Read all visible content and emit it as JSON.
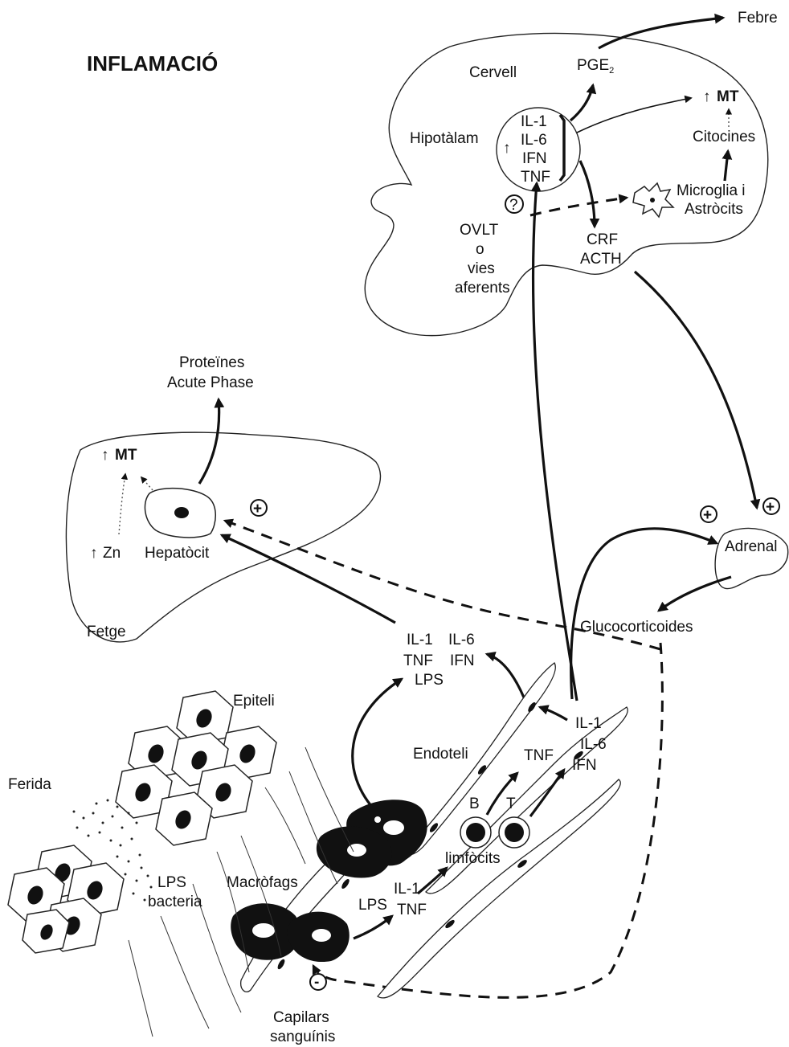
{
  "title": "INFLAMACIÓ",
  "brain": {
    "name": "Cervell",
    "hypothalamus": "Hipotàlam",
    "cytokines": [
      "IL-1",
      "IL-6",
      "IFN",
      "TNF"
    ],
    "up_arrow": "↑",
    "pge2": "PGE",
    "pge2_sub": "2",
    "mt": "MT",
    "citocines": "Citocines",
    "microglia_1": "Microglia i",
    "microglia_2": "Astròcits",
    "question": "?",
    "ovlt": [
      "OVLT",
      "o",
      "vies",
      "aferents"
    ],
    "crf": "CRF",
    "acth": "ACTH"
  },
  "fever": "Febre",
  "liver": {
    "name": "Fetge",
    "acute_1": "Proteïnes",
    "acute_2": "Acute Phase",
    "mt": "MT",
    "zn": "Zn",
    "hepatocyte": "Hepatòcit"
  },
  "adrenal": "Adrenal",
  "glucocorticoids": "Glucocorticoides",
  "plus": "+",
  "minus": "-",
  "mediators_left": [
    "IL-1",
    "TNF"
  ],
  "mediators_right": [
    "IL-6",
    "IFN"
  ],
  "mediators_lps": "LPS",
  "epiteli": "Epiteli",
  "ferida": "Ferida",
  "endoteli": "Endoteli",
  "lps_bacteria_1": "LPS",
  "lps_bacteria_2": "bacteria",
  "macrofags": "Macròfags",
  "lps": "LPS",
  "il1_tnf": [
    "IL-1",
    "TNF"
  ],
  "limfocits": "limfòcits",
  "b": "B",
  "t": "T",
  "tnf": "TNF",
  "il1_il6_ifn": [
    "IL-1",
    "IL-6",
    "IFN"
  ],
  "capilars_1": "Capilars",
  "capilars_2": "sanguínis"
}
